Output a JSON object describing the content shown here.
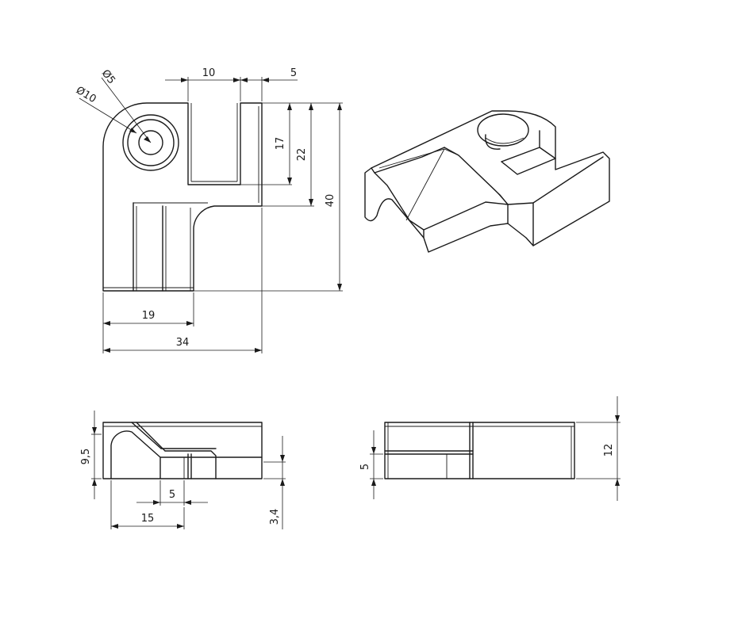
{
  "colors": {
    "line": "#1a1a1a",
    "background": "#ffffff"
  },
  "dimensions": {
    "dia_small": "Ø5",
    "dia_large": "Ø10",
    "top_slot_width": "10",
    "top_wall_width": "5",
    "slot_depth": "17",
    "upper_height": "22",
    "total_height": "40",
    "bottom_width": "19",
    "total_width": "34",
    "side_height": "9,5",
    "side_step": "5",
    "side_width": "15",
    "side_depth": "3,4",
    "end_step": "5",
    "end_height": "12"
  }
}
